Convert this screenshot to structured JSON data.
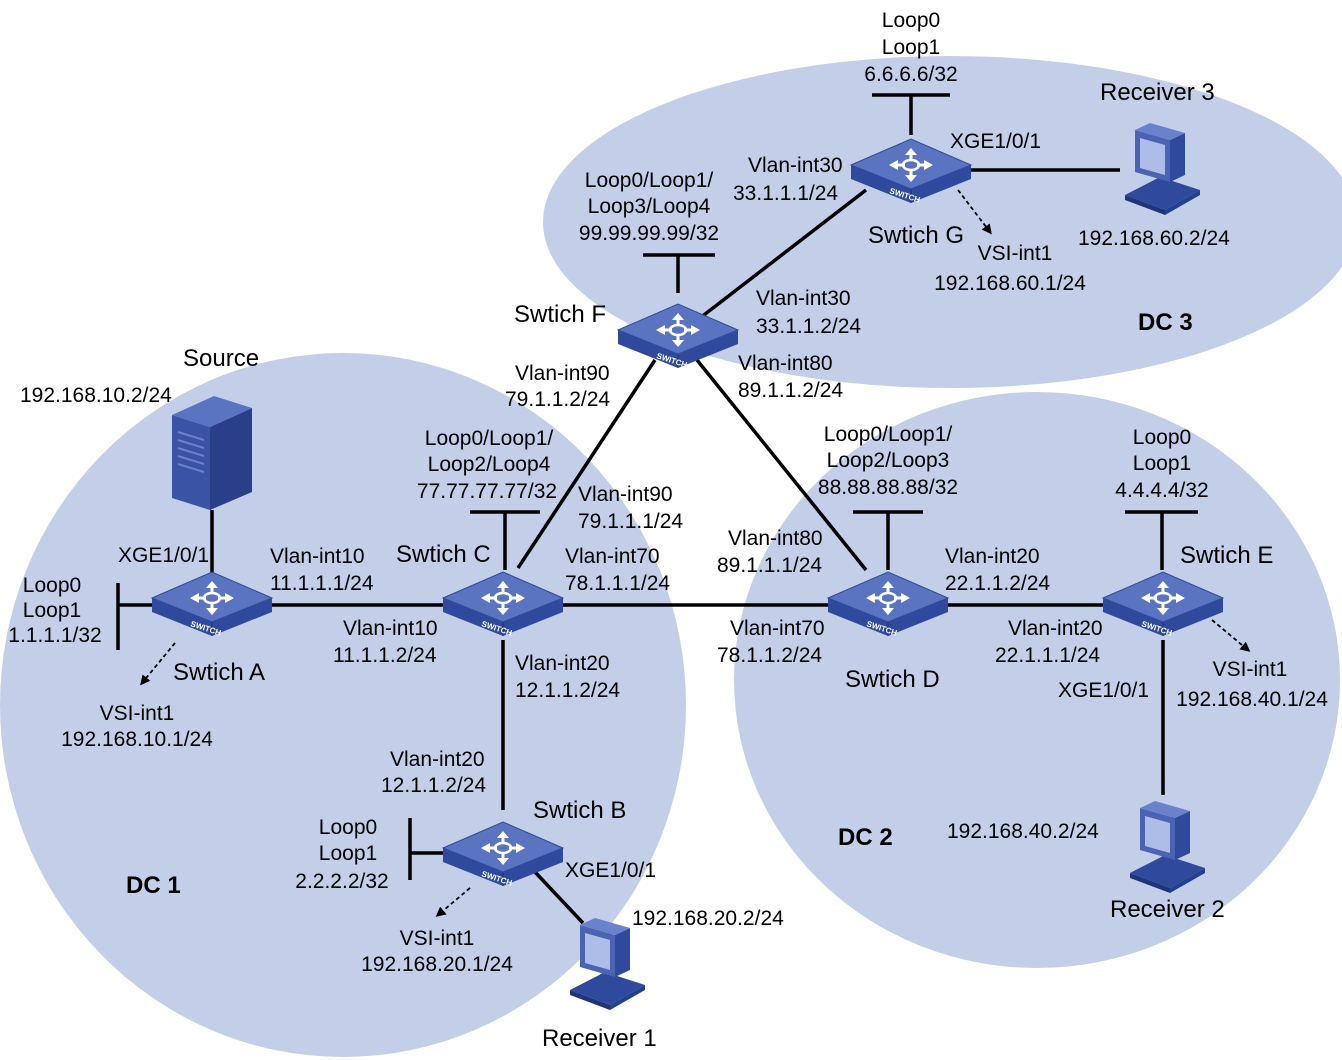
{
  "colors": {
    "zone_fill": "#c3cfe8",
    "switch_top": "#5a72c0",
    "switch_side": "#2f4a9c",
    "device_blue": "#3b53a5",
    "line": "#000000"
  },
  "icons": {
    "switch": "l3-switch-icon",
    "server": "server-icon",
    "pc": "pc-icon"
  },
  "zones": {
    "dc1": "DC 1",
    "dc2": "DC 2",
    "dc3": "DC 3"
  },
  "devices": {
    "source": {
      "name": "Source",
      "ip": "192.168.10.2/24"
    },
    "receiver1": {
      "name": "Receiver 1",
      "ip": "192.168.20.2/24"
    },
    "receiver2": {
      "name": "Receiver 2",
      "ip": "192.168.40.2/24"
    },
    "receiver3": {
      "name": "Receiver 3",
      "ip": "192.168.60.2/24"
    }
  },
  "switches": {
    "a": {
      "name": "Swtich A",
      "port": "XGE1/0/1",
      "loop_line1": "Loop0",
      "loop_line2": "Loop1",
      "loop_ip": "1.1.1.1/32",
      "vsi": "VSI-int1",
      "vsi_ip": "192.168.10.1/24",
      "vlan_c_if": "Vlan-int10",
      "vlan_c_ip": "11.1.1.1/24"
    },
    "b": {
      "name": "Swtich B",
      "port": "XGE1/0/1",
      "loop_line1": "Loop0",
      "loop_line2": "Loop1",
      "loop_ip": "2.2.2.2/32",
      "vsi": "VSI-int1",
      "vsi_ip": "192.168.20.1/24",
      "vlan_c_if": "Vlan-int20",
      "vlan_c_ip": "12.1.1.2/24"
    },
    "c": {
      "name": "Swtich C",
      "loop_line1": "Loop0/Loop1/",
      "loop_line2": "Loop2/Loop4",
      "loop_ip": "77.77.77.77/32",
      "vlan_a_if": "Vlan-int10",
      "vlan_a_ip": "11.1.1.2/24",
      "vlan_b_if": "Vlan-int20",
      "vlan_b_ip": "12.1.1.2/24",
      "vlan_d_if": "Vlan-int70",
      "vlan_d_ip": "78.1.1.1/24",
      "vlan_f_if": "Vlan-int90",
      "vlan_f_ip": "79.1.1.1/24"
    },
    "d": {
      "name": "Swtich D",
      "loop_line1": "Loop0/Loop1/",
      "loop_line2": "Loop2/Loop3",
      "loop_ip": "88.88.88.88/32",
      "vlan_c_if": "Vlan-int70",
      "vlan_c_ip": "78.1.1.2/24",
      "vlan_e_if": "Vlan-int20",
      "vlan_e_ip": "22.1.1.2/24",
      "vlan_f_if": "Vlan-int80",
      "vlan_f_ip": "89.1.1.1/24"
    },
    "e": {
      "name": "Swtich E",
      "port": "XGE1/0/1",
      "loop_line1": "Loop0",
      "loop_line2": "Loop1",
      "loop_ip": "4.4.4.4/32",
      "vsi": "VSI-int1",
      "vsi_ip": "192.168.40.1/24",
      "vlan_d_if": "Vlan-int20",
      "vlan_d_ip": "22.1.1.1/24"
    },
    "f": {
      "name": "Swtich F",
      "loop_line1": "Loop0/Loop1/",
      "loop_line2": "Loop3/Loop4",
      "loop_ip": "99.99.99.99/32",
      "vlan_c_if": "Vlan-int90",
      "vlan_c_ip": "79.1.1.2/24",
      "vlan_d_if": "Vlan-int80",
      "vlan_d_ip": "89.1.1.2/24",
      "vlan_g_if": "Vlan-int30",
      "vlan_g_ip": "33.1.1.2/24"
    },
    "g": {
      "name": "Swtich G",
      "port": "XGE1/0/1",
      "loop_line1": "Loop0",
      "loop_line2": "Loop1",
      "loop_ip": "6.6.6.6/32",
      "vsi": "VSI-int1",
      "vsi_ip": "192.168.60.1/24",
      "vlan_f_if": "Vlan-int30",
      "vlan_f_ip": "33.1.1.1/24"
    }
  }
}
